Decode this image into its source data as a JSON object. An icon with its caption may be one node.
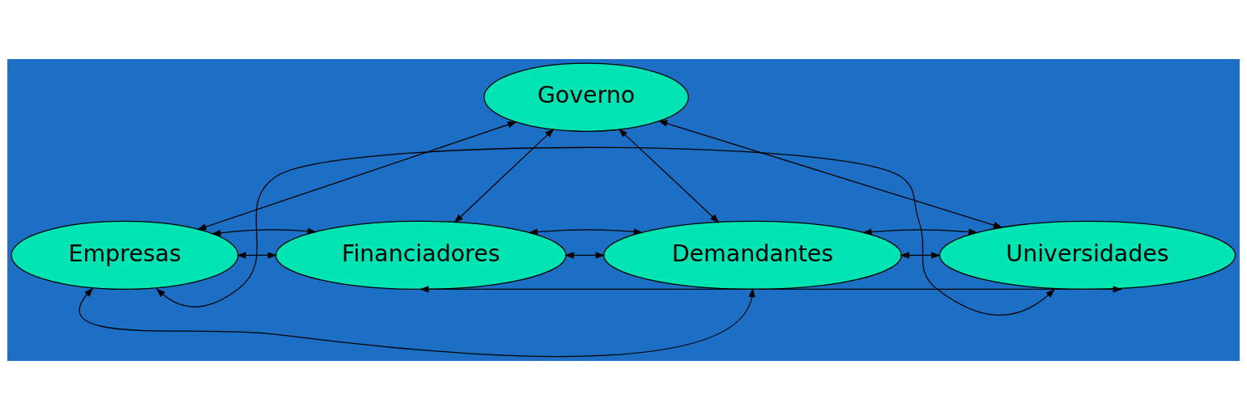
{
  "diagram": {
    "nodes": [
      {
        "text": [
          "Governo"
        ]
      },
      {
        "text": [
          "Empresas"
        ]
      },
      {
        "text": [
          "Financiadores"
        ]
      },
      {
        "text": [
          "Demandantes"
        ]
      },
      {
        "text": [
          "Universidades"
        ]
      }
    ],
    "edges": [
      {
        "from": 0,
        "to": 1,
        "arrow": "both"
      },
      {
        "from": 0,
        "to": 2,
        "arrow": "both"
      },
      {
        "from": 0,
        "to": 3,
        "arrow": "both"
      },
      {
        "from": 0,
        "to": 4,
        "arrow": "both"
      },
      {
        "from": 1,
        "to": 2,
        "arrow": "both"
      },
      {
        "from": 2,
        "to": 3,
        "arrow": "both"
      },
      {
        "from": 3,
        "to": 4,
        "arrow": "both"
      },
      {
        "from": 1,
        "to": 2,
        "arrow": "both"
      },
      {
        "from": 1,
        "to": 3,
        "arrow": "both"
      },
      {
        "from": 1,
        "to": 4,
        "arrow": "both"
      },
      {
        "from": 2,
        "to": 3,
        "arrow": "both"
      },
      {
        "from": 2,
        "to": 4,
        "arrow": "both"
      },
      {
        "from": 3,
        "to": 4,
        "arrow": "both"
      }
    ]
  }
}
